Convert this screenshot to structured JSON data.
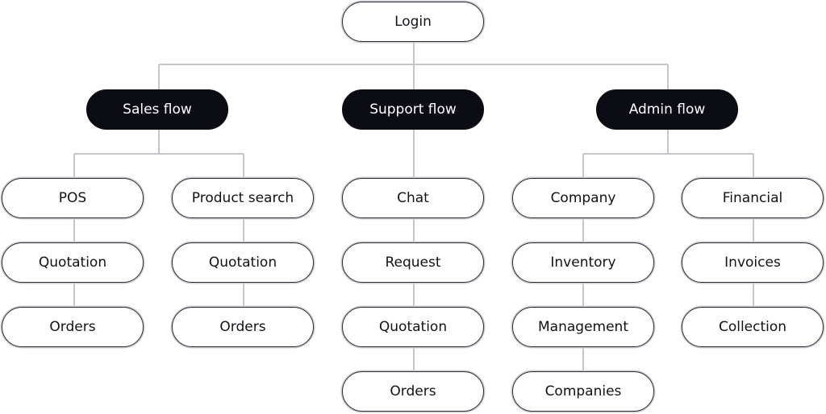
{
  "root": {
    "label": "Login"
  },
  "flows": {
    "sales": {
      "label": "Sales flow",
      "branches": {
        "pos": {
          "label": "POS",
          "children": [
            "Quotation",
            "Orders"
          ]
        },
        "product_search": {
          "label": "Product search",
          "children": [
            "Quotation",
            "Orders"
          ]
        }
      }
    },
    "support": {
      "label": "Support flow",
      "steps": [
        "Chat",
        "Request",
        "Quotation",
        "Orders"
      ]
    },
    "admin": {
      "label": "Admin flow",
      "branches": {
        "company": {
          "label": "Company",
          "children": [
            "Inventory",
            "Management",
            "Companies"
          ]
        },
        "financial": {
          "label": "Financial",
          "children": [
            "Invoices",
            "Collection"
          ]
        }
      }
    }
  },
  "colors": {
    "connector": "#c4c6cc",
    "dark_node": "#0c0d14",
    "node_border": "#2a2d33",
    "text": "#111217"
  }
}
